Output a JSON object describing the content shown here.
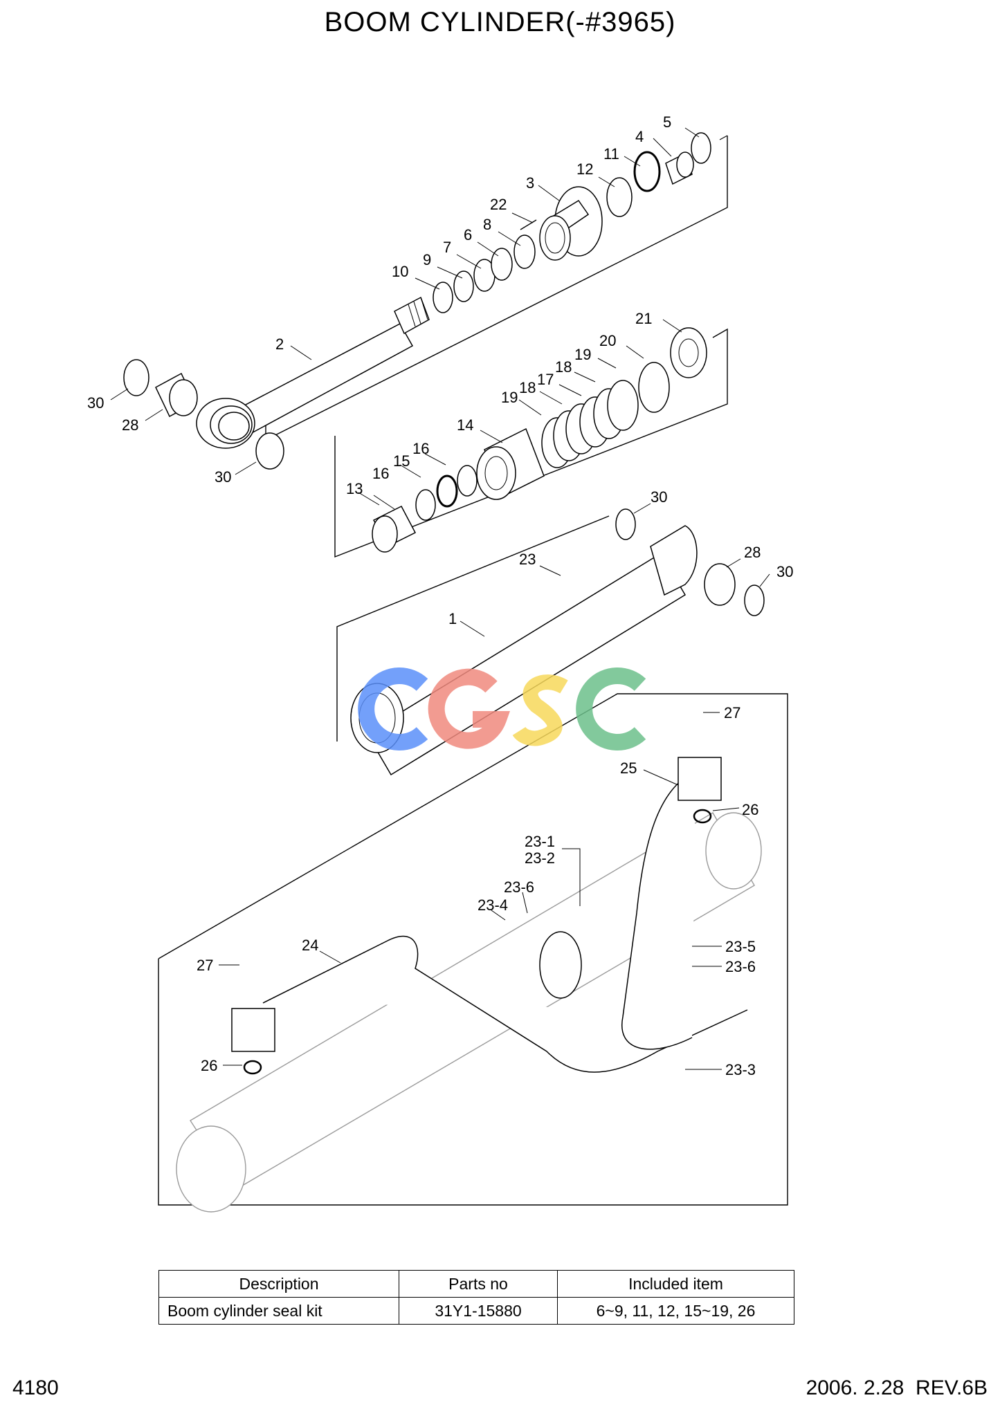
{
  "title": "BOOM CYLINDER(-#3965)",
  "callouts": {
    "c5": "5",
    "c4": "4",
    "c11": "11",
    "c12": "12",
    "c3": "3",
    "c22": "22",
    "c8": "8",
    "c6": "6",
    "c7": "7",
    "c9": "9",
    "c10": "10",
    "c2": "2",
    "c30a": "30",
    "c28a": "28",
    "c30b": "30",
    "c21": "21",
    "c20": "20",
    "c19a": "19",
    "c18a": "18",
    "c17": "17",
    "c18b": "18",
    "c19b": "19",
    "c14": "14",
    "c16a": "16",
    "c15": "15",
    "c16b": "16",
    "c13": "13",
    "c30c": "30",
    "c23": "23",
    "c28b": "28",
    "c30d": "30",
    "c1": "1",
    "c27a": "27",
    "c25": "25",
    "c26a": "26",
    "c23_1": "23-1",
    "c23_2": "23-2",
    "c23_6a": "23-6",
    "c23_4": "23-4",
    "c23_5": "23-5",
    "c23_6b": "23-6",
    "c24": "24",
    "c27b": "27",
    "c26b": "26",
    "c23_3": "23-3"
  },
  "watermark": {
    "text": "CGSC",
    "colors": [
      "#5b8ff9",
      "#f08a7e",
      "#f7d85a",
      "#6cc08b"
    ]
  },
  "kit_table": {
    "headers": [
      "Description",
      "Parts no",
      "Included item"
    ],
    "rows": [
      [
        "Boom cylinder seal kit",
        "31Y1-15880",
        "6~9, 11, 12, 15~19, 26"
      ]
    ]
  },
  "footer": {
    "page": "4180",
    "revision": "2006. 2.28  REV.6B"
  }
}
